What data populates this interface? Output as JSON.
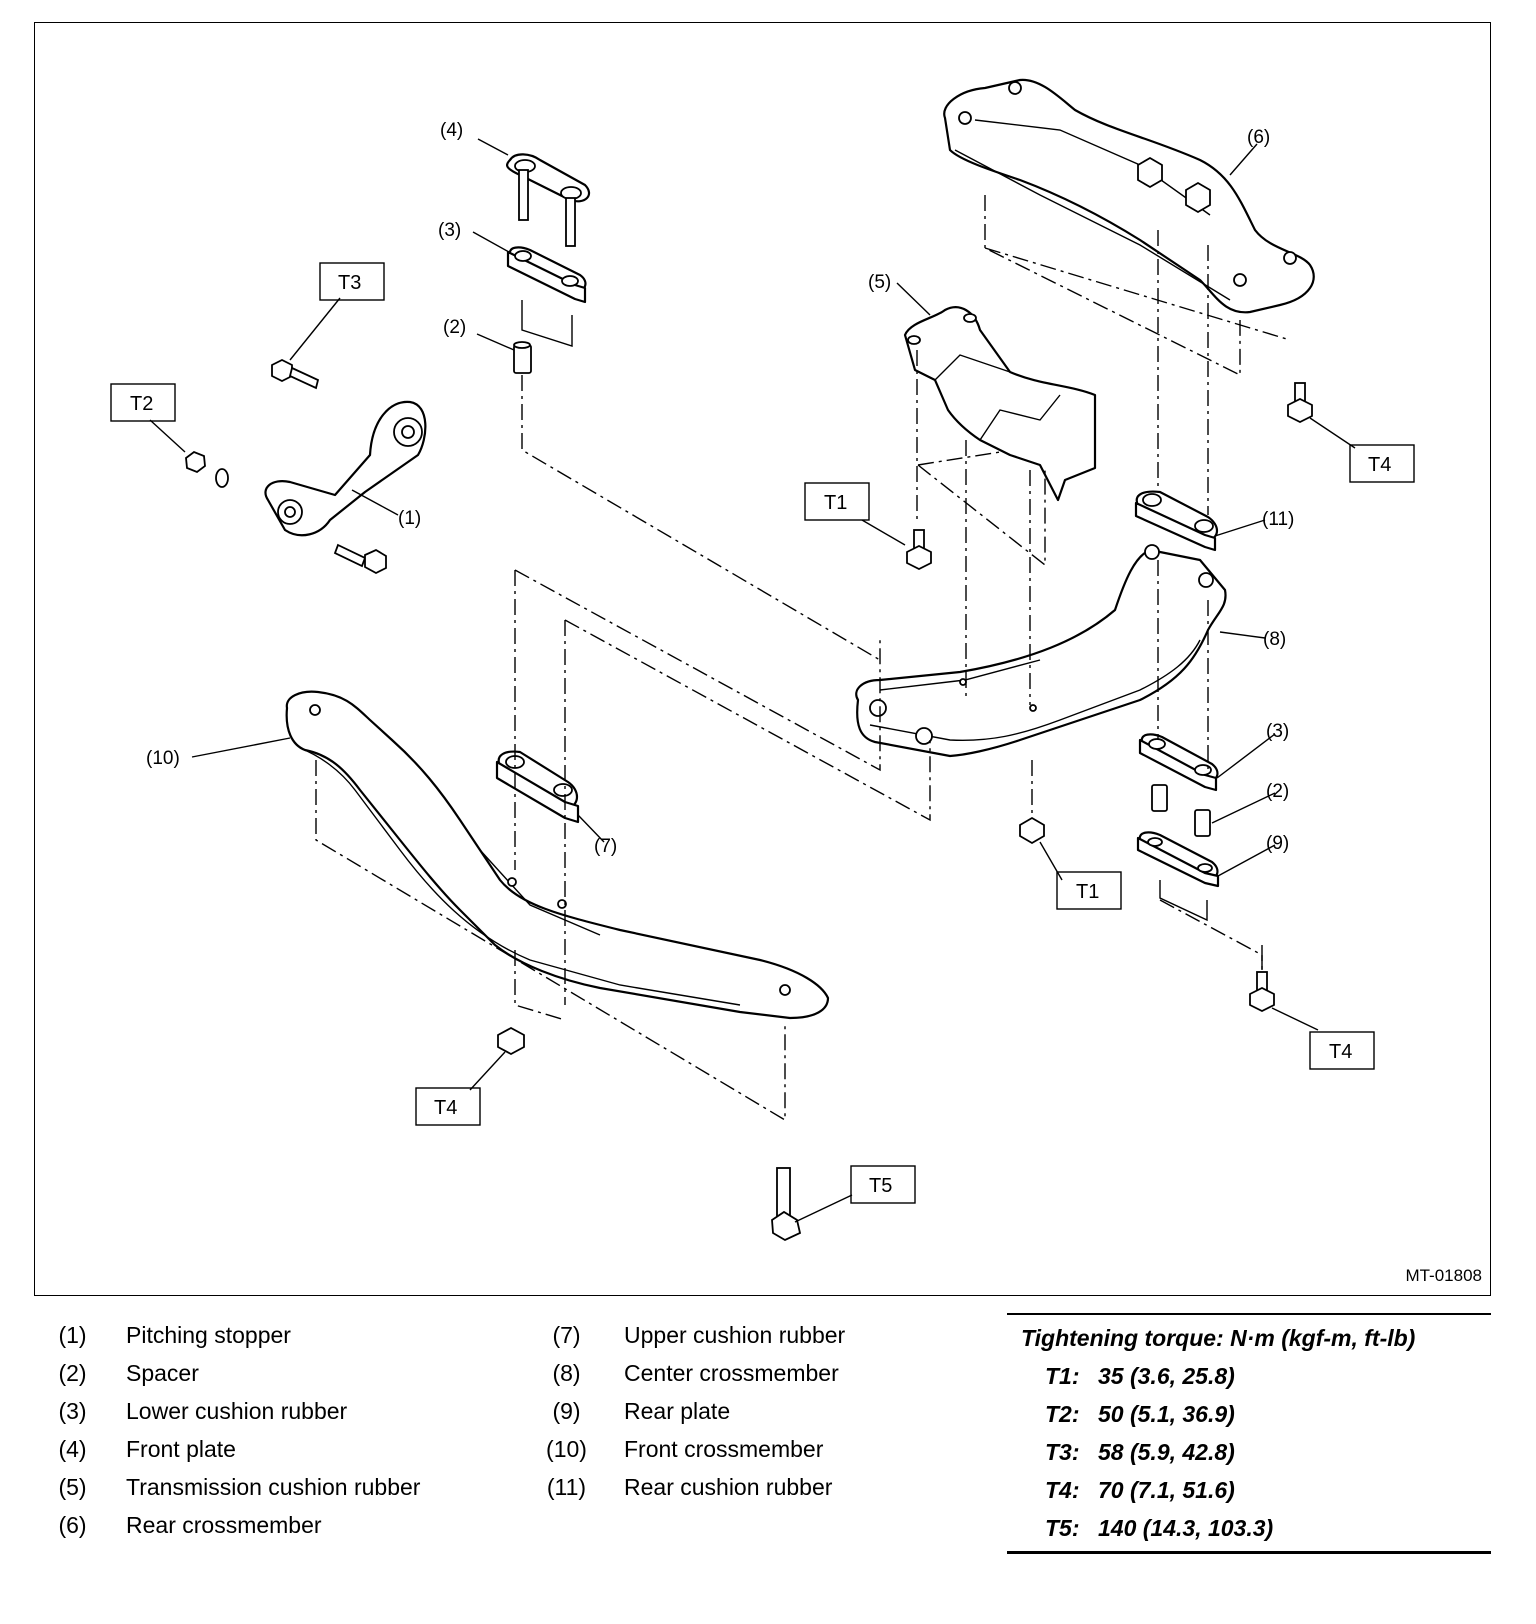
{
  "figure_id": "MT-01808",
  "callouts": {
    "c1": "(1)",
    "c2a": "(2)",
    "c2b": "(2)",
    "c3a": "(3)",
    "c3b": "(3)",
    "c4": "(4)",
    "c5": "(5)",
    "c6": "(6)",
    "c7": "(7)",
    "c8": "(8)",
    "c9": "(9)",
    "c10": "(10)",
    "c11": "(11)"
  },
  "torque_tags": {
    "t1a": "T1",
    "t1b": "T1",
    "t2": "T2",
    "t3": "T3",
    "t4a": "T4",
    "t4b": "T4",
    "t4c": "T4",
    "t5": "T5"
  },
  "legend": {
    "left": [
      {
        "num": "(1)",
        "name": "Pitching stopper"
      },
      {
        "num": "(2)",
        "name": "Spacer"
      },
      {
        "num": "(3)",
        "name": "Lower cushion rubber"
      },
      {
        "num": "(4)",
        "name": "Front plate"
      },
      {
        "num": "(5)",
        "name": "Transmission cushion rubber"
      },
      {
        "num": "(6)",
        "name": "Rear crossmember"
      }
    ],
    "right": [
      {
        "num": "(7)",
        "name": "Upper cushion rubber"
      },
      {
        "num": "(8)",
        "name": "Center crossmember"
      },
      {
        "num": "(9)",
        "name": "Rear plate"
      },
      {
        "num": "(10)",
        "name": "Front crossmember"
      },
      {
        "num": "(11)",
        "name": "Rear cushion rubber"
      }
    ]
  },
  "torque_table": {
    "header": "Tightening torque: N·m (kgf-m, ft-lb)",
    "rows": [
      {
        "key": "T1:",
        "value": "35 (3.6, 25.8)"
      },
      {
        "key": "T2:",
        "value": "50 (5.1, 36.9)"
      },
      {
        "key": "T3:",
        "value": "58 (5.9, 42.8)"
      },
      {
        "key": "T4:",
        "value": "70 (7.1, 51.6)"
      },
      {
        "key": "T5:",
        "value": "140 (14.3, 103.3)"
      }
    ]
  }
}
